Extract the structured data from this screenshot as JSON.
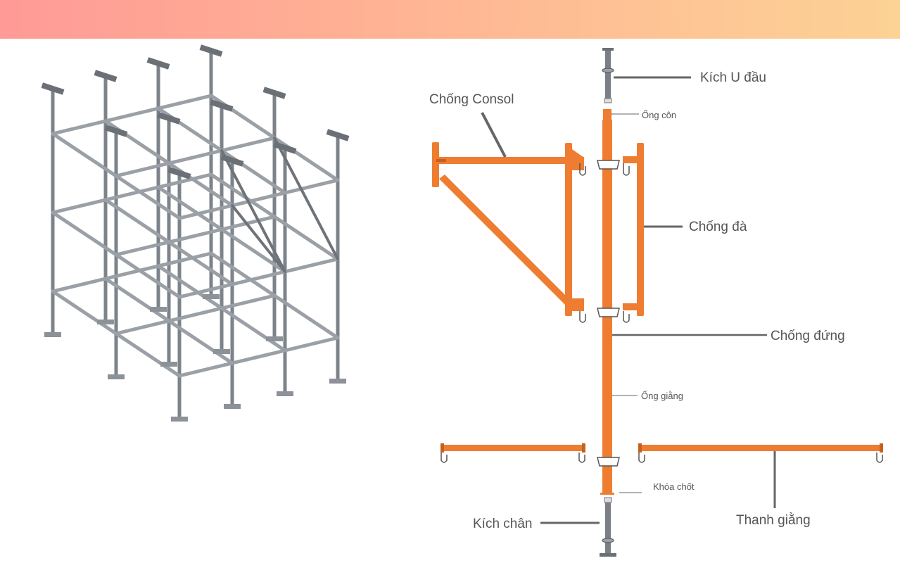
{
  "header": {
    "accent_start": "#ff9a96",
    "accent_end": "#fcd295"
  },
  "diagram": {
    "member_color": "#ee7d31",
    "labels": {
      "kich_u_dau": "Kích U đầu",
      "chong_consol": "Chống Consol",
      "ong_con": "Ống côn",
      "chong_da": "Chống đà",
      "chong_dung": "Chống đứng",
      "ong_giang": "Ống giằng",
      "khoa_chot": "Khóa chốt",
      "kich_chan": "Kích chân",
      "thanh_giang": "Thanh giằng"
    }
  }
}
